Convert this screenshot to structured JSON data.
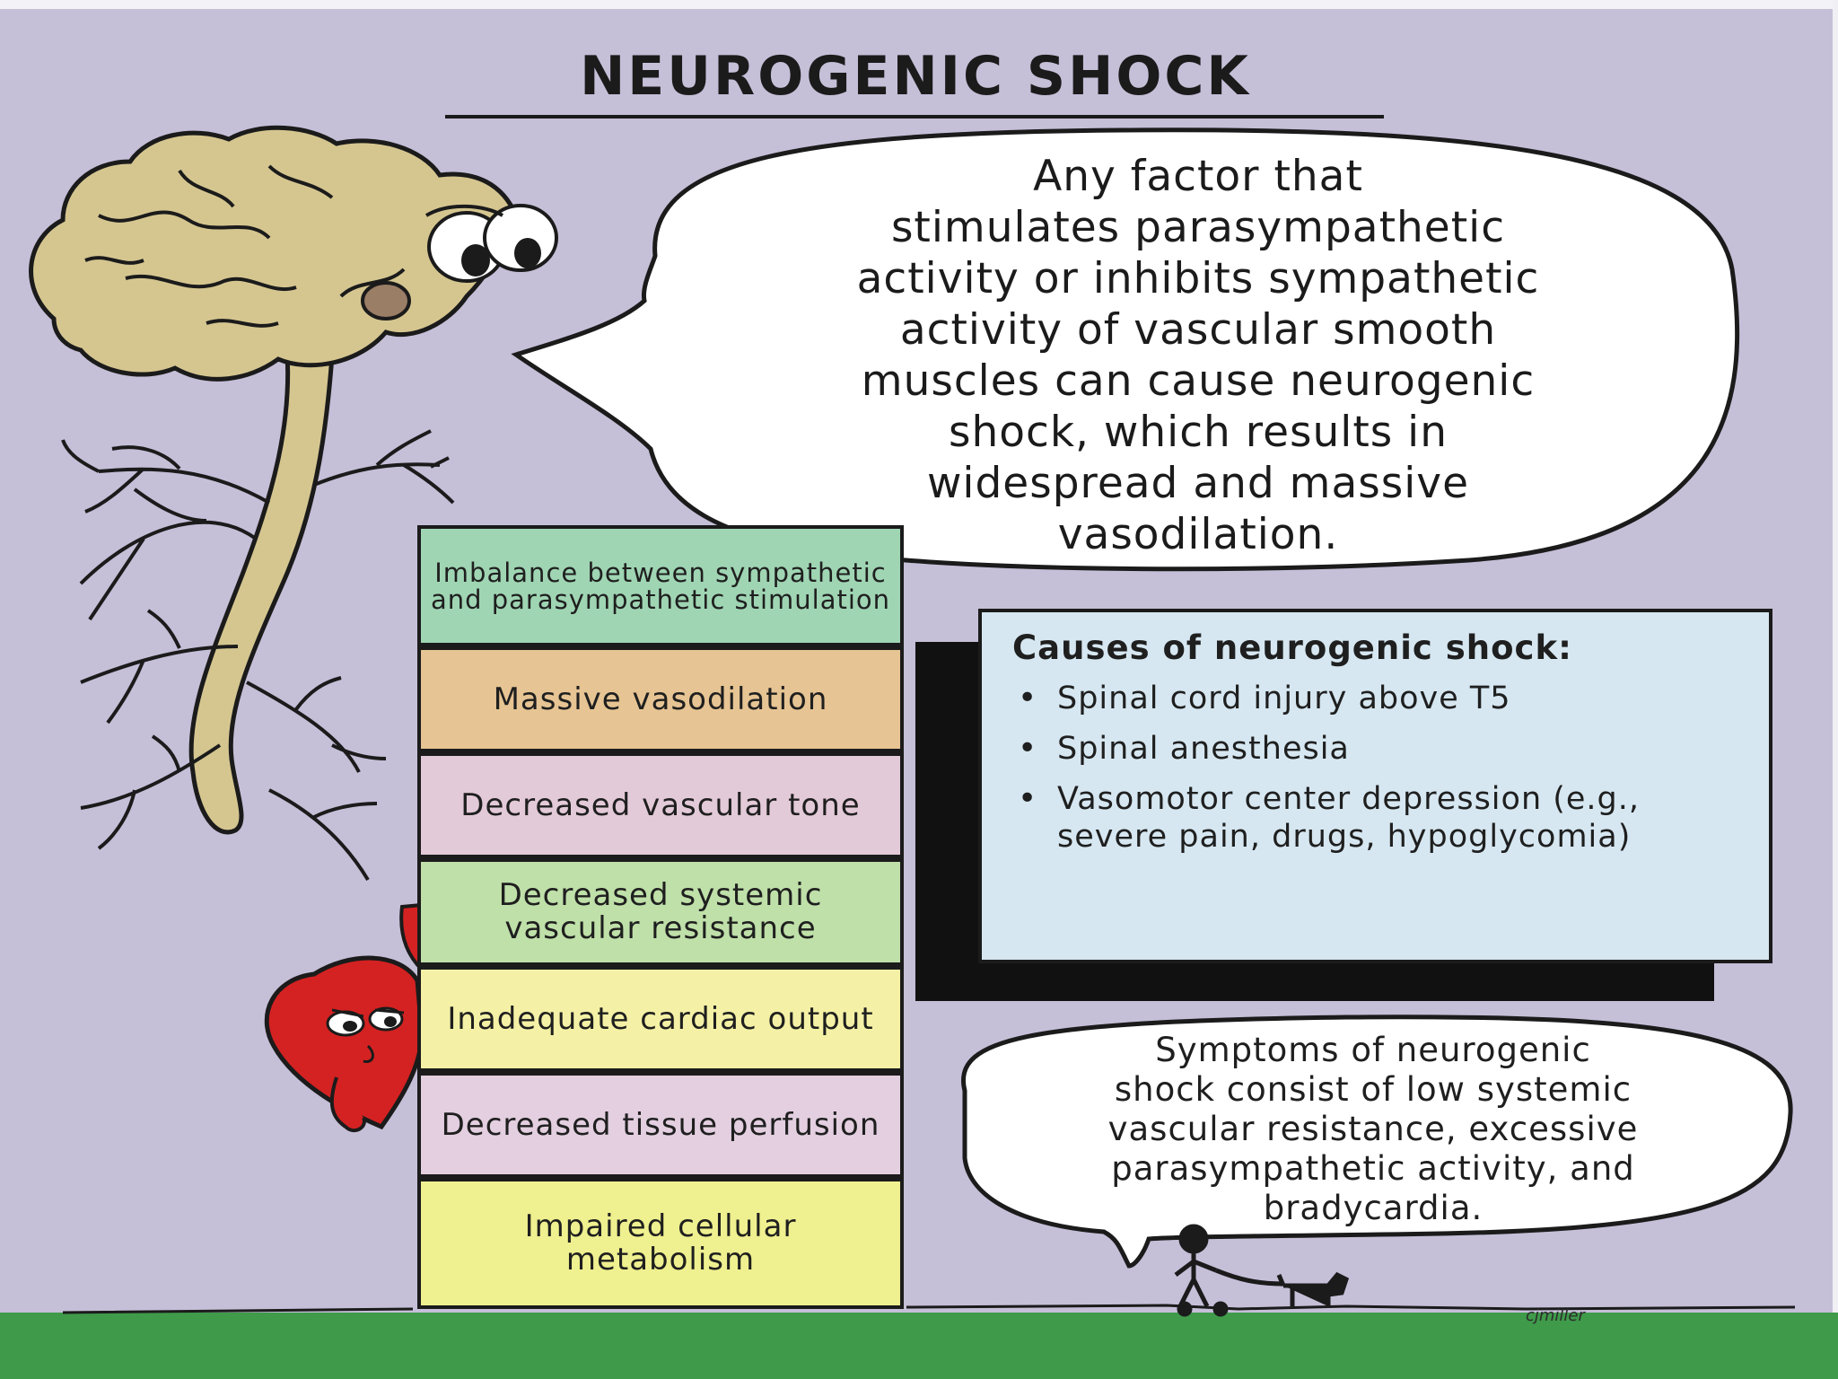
{
  "title": "NEUROGENIC SHOCK",
  "speech_bubble": {
    "lines": [
      "Any factor that",
      "stimulates parasympathetic",
      "activity or inhibits sympathetic",
      "activity of vascular smooth",
      "muscles can cause neurogenic",
      "shock, which results in",
      "widespread and massive",
      "vasodilation."
    ]
  },
  "flow_steps": [
    "Imbalance between sympathetic and parasympathetic stimulation",
    "Massive vasodilation",
    "Decreased vascular tone",
    "Decreased systemic vascular resistance",
    "Inadequate cardiac output",
    "Decreased tissue perfusion",
    "Impaired cellular metabolism"
  ],
  "causes": {
    "title": "Causes of neurogenic shock:",
    "bullet": "•",
    "items": [
      "Spinal cord injury above T5",
      "Spinal anesthesia",
      "Vasomotor center depression (e.g., severe pain, drugs, hypoglycomia)"
    ]
  },
  "symptoms": {
    "lines": [
      "Symptoms of neurogenic",
      "shock consist of low systemic",
      "vascular resistance, excessive",
      "parasympathetic activity, and",
      "bradycardia."
    ]
  },
  "signature": "cjmiller",
  "colors": {
    "background": "#c6bfd8",
    "ground": "#3f9a4a",
    "brain": "#d5c690",
    "heart": "#d42222",
    "causes_box": "#d6e7f1",
    "outline": "#1b1b1b"
  }
}
